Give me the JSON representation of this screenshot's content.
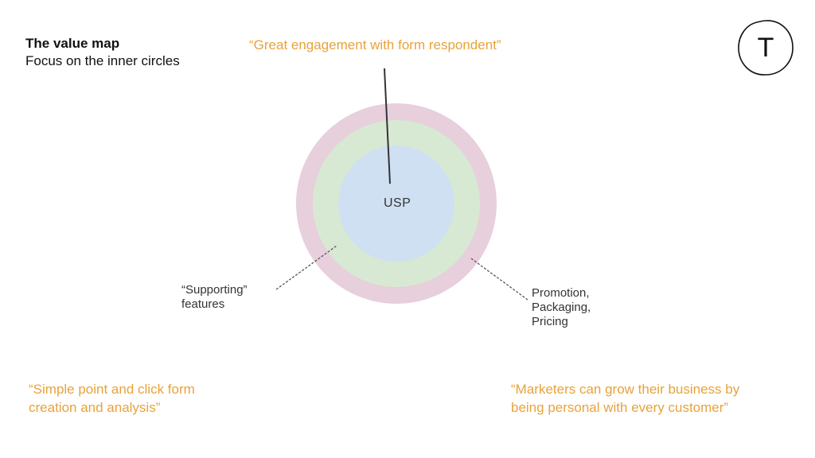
{
  "header": {
    "title": "The value map",
    "subtitle": "Focus on the inner circles"
  },
  "logo": {
    "letter": "T",
    "icon": "logo-circle-icon"
  },
  "diagram": {
    "colors": {
      "outer": "#e7cfdc",
      "middle": "#d8e9d3",
      "inner": "#cfe0f2"
    },
    "center_label": "USP",
    "supporting_label_1": "“Supporting”",
    "supporting_label_2": "features",
    "outer_label_1": "Promotion,",
    "outer_label_2": "Packaging,",
    "outer_label_3": "Pricing"
  },
  "quotes": {
    "top": "“Great engagement with form respondent”",
    "left_1": "“Simple point and click form",
    "left_2": "creation and analysis”",
    "right_1": "“Marketers can grow their business by",
    "right_2": "being personal with every customer”"
  },
  "accent_color": "#e8a23a"
}
